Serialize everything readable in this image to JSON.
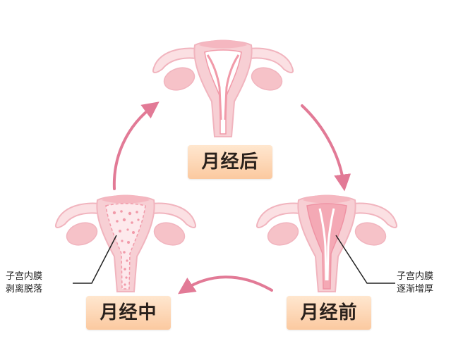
{
  "stages": {
    "after": {
      "label": "月经后"
    },
    "before": {
      "label": "月经前"
    },
    "during": {
      "label": "月经中"
    }
  },
  "annotations": {
    "shedding": {
      "line1": "子宫内膜",
      "line2": "剥离脱落"
    },
    "thickening": {
      "line1": "子宫内膜",
      "line2": "逐渐增厚"
    }
  },
  "colors": {
    "arrow": "#e27a96",
    "uterus_outline": "#f1b4be",
    "uterus_fill": "#fbe0e3",
    "lining": "#f19aa9",
    "label_bg": "#fbc9a0"
  }
}
